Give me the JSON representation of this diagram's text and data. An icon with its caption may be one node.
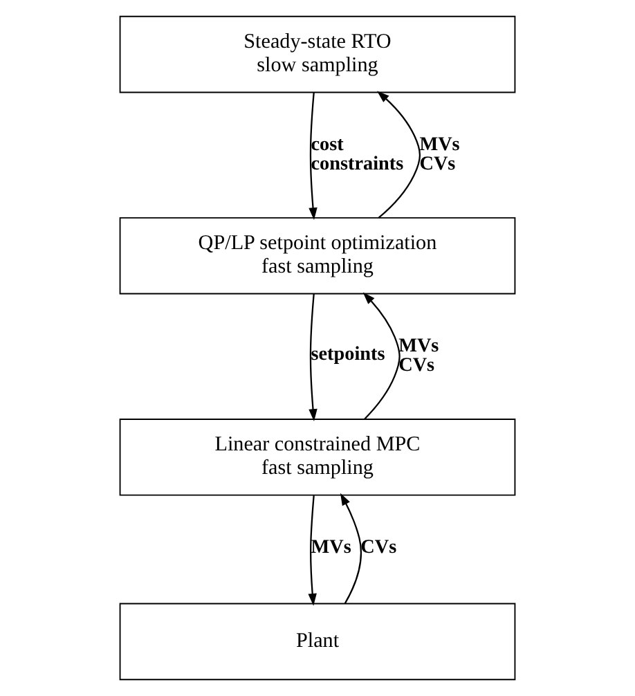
{
  "diagram": {
    "nodes": [
      {
        "text": [
          "Steady-state RTO",
          "slow sampling"
        ]
      },
      {
        "text": [
          "QP/LP setpoint optimization",
          "fast sampling"
        ]
      },
      {
        "text": [
          "Linear constrained MPC",
          "fast sampling"
        ]
      },
      {
        "text": [
          "Plant"
        ]
      }
    ],
    "edges": [
      {
        "from": 0,
        "to": 1,
        "arrow": "to",
        "label": "cost constraints"
      },
      {
        "from": 1,
        "to": 0,
        "arrow": "to",
        "label": "MVs CVs"
      },
      {
        "from": 1,
        "to": 2,
        "arrow": "to",
        "label": "setpoints"
      },
      {
        "from": 2,
        "to": 1,
        "arrow": "to",
        "label": "MVs CVs"
      },
      {
        "from": 2,
        "to": 3,
        "arrow": "to",
        "label": "MVs"
      },
      {
        "from": 3,
        "to": 2,
        "arrow": "to",
        "label": "CVs"
      }
    ]
  }
}
